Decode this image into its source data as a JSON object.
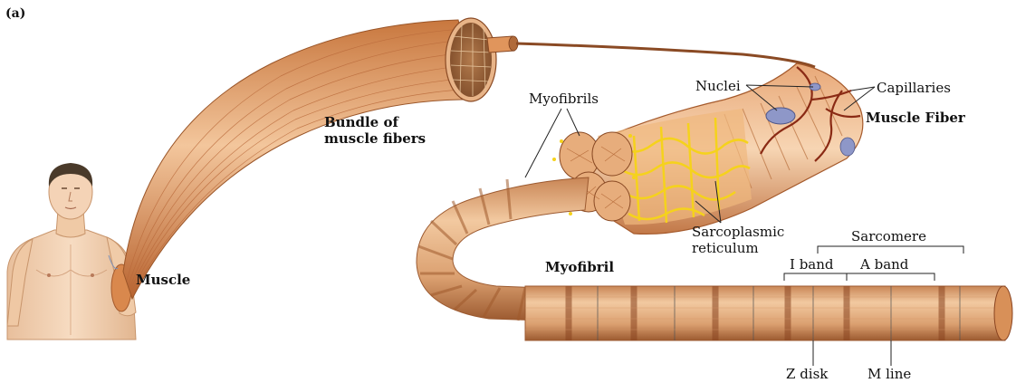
{
  "figure": {
    "panel_label": "(a)",
    "labels": {
      "muscle": "Muscle",
      "bundle_line1": "Bundle of",
      "bundle_line2": "muscle fibers",
      "myofibrils": "Myofibrils",
      "nuclei": "Nuclei",
      "capillaries": "Capillaries",
      "muscle_fiber": "Muscle Fiber",
      "sarcoplasmic_line1": "Sarcoplasmic",
      "sarcoplasmic_line2": "reticulum",
      "myofibril": "Myofibril",
      "sarcomere": "Sarcomere",
      "i_band": "I band",
      "a_band": "A band",
      "z_disk": "Z disk",
      "m_line": "M line"
    }
  },
  "colors": {
    "muscle_light": "#f2c39a",
    "muscle_mid": "#dfa06a",
    "muscle_dark": "#a8582c",
    "band_dark": "#9a4a22",
    "reticulum_yellow": "#f5d21c",
    "nucleus_blue": "#8e97c8",
    "skin": "#f3d2b4",
    "hair": "#4a3a2a",
    "line": "#222222"
  }
}
